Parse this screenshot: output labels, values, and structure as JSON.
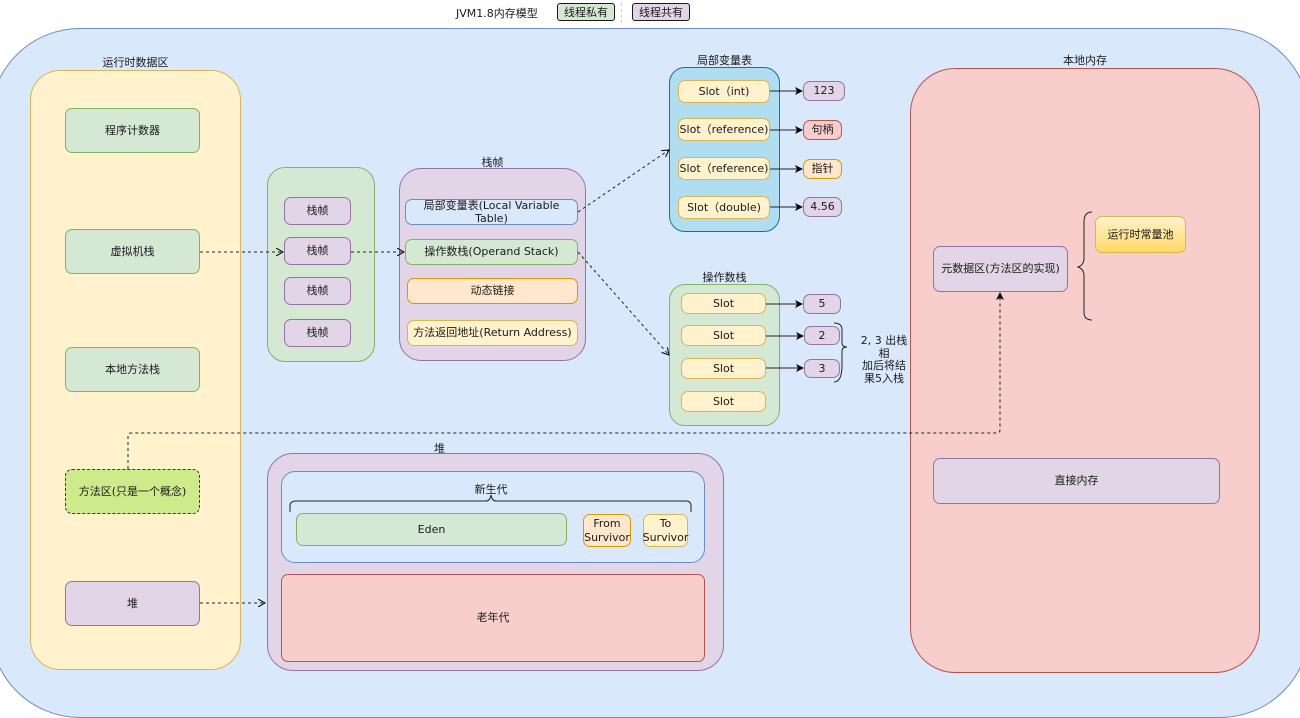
{
  "legend": {
    "title": "JVM1.8内存模型",
    "private": "线程私有",
    "shared": "线程共有"
  },
  "runtime_area": {
    "title": "运行时数据区",
    "items": [
      {
        "label": "程序计数器",
        "kind": "private"
      },
      {
        "label": "虚拟机栈",
        "kind": "private"
      },
      {
        "label": "本地方法栈",
        "kind": "private"
      },
      {
        "label": "方法区(只是一个概念)",
        "kind": "concept"
      },
      {
        "label": "堆",
        "kind": "shared"
      }
    ]
  },
  "vm_stack": {
    "frames": [
      "栈帧",
      "栈帧",
      "栈帧",
      "栈帧"
    ]
  },
  "stack_frame": {
    "title": "栈帧",
    "parts": [
      "局部变量表(Local Variable Table)",
      "操作数栈(Operand Stack)",
      "动态链接",
      "方法返回地址(Return Address)"
    ]
  },
  "local_variable_table": {
    "title": "局部变量表",
    "slots": [
      {
        "slot": "Slot（int)",
        "value": "123"
      },
      {
        "slot": "Slot（reference)",
        "value": "句柄"
      },
      {
        "slot": "Slot（reference)",
        "value": "指针"
      },
      {
        "slot": "Slot（double)",
        "value": "4.56"
      }
    ]
  },
  "operand_stack": {
    "title": "操作数栈",
    "slots": [
      {
        "slot": "Slot",
        "value": "5"
      },
      {
        "slot": "Slot",
        "value": "2"
      },
      {
        "slot": "Slot",
        "value": "3"
      },
      {
        "slot": "Slot",
        "value": ""
      }
    ],
    "note": "2, 3 出栈相\n加后将结\n果5入栈"
  },
  "heap": {
    "title": "堆",
    "young_gen": {
      "title": "新生代",
      "eden": "Eden",
      "from_survivor": "From\nSurvivor",
      "to_survivor": "To\nSurvivor"
    },
    "old_gen": "老年代"
  },
  "native_memory": {
    "title": "本地内存",
    "metaspace": "元数据区(方法区的实现)",
    "runtime_constant_pool": "运行时常量池",
    "direct_memory": "直接内存"
  }
}
